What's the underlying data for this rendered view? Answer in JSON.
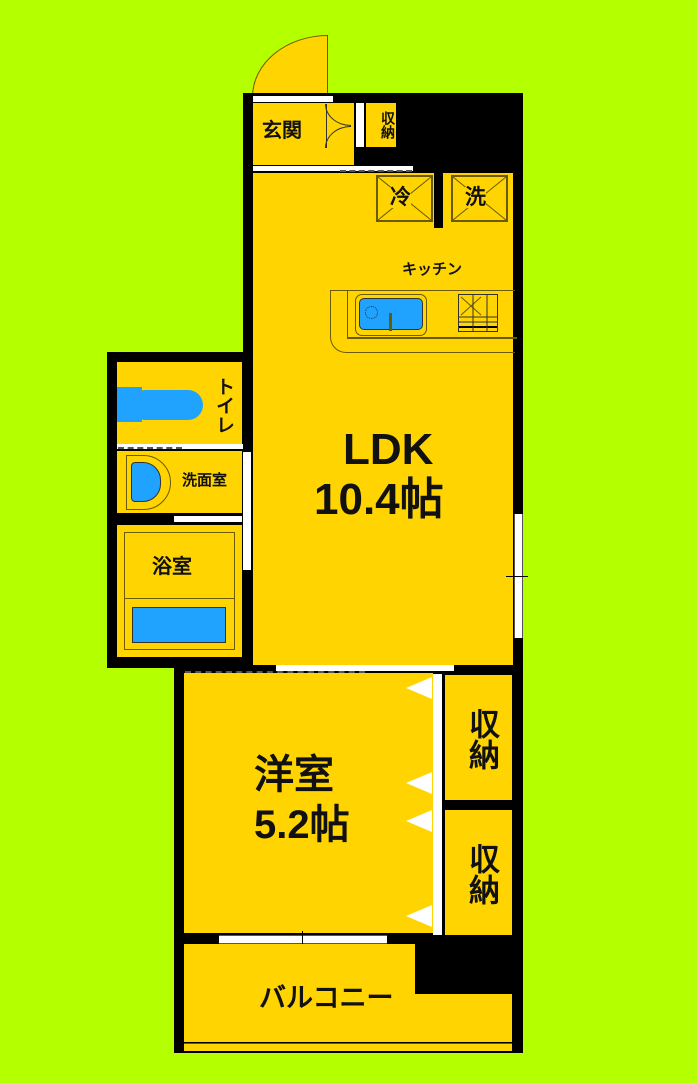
{
  "floorplan": {
    "title": "1LDK floor plan",
    "colors": {
      "background": "#b4ff00",
      "room_fill": "#ffd400",
      "wall": "#000000",
      "fixture_blue": "#1fa3ff"
    },
    "rooms": {
      "genkan": {
        "label": "玄関"
      },
      "genkan_storage": {
        "label": "収納"
      },
      "fridge": {
        "label": "冷"
      },
      "washer": {
        "label": "洗"
      },
      "kitchen": {
        "label": "キッチン"
      },
      "ldk": {
        "label": "LDK",
        "size": "10.4帖"
      },
      "toilet": {
        "label": "トイレ"
      },
      "washroom": {
        "label": "洗面室"
      },
      "bathroom": {
        "label": "浴室"
      },
      "western_room": {
        "label": "洋室",
        "size": "5.2帖"
      },
      "closet_1": {
        "label": "収納"
      },
      "closet_2": {
        "label": "収納"
      },
      "balcony": {
        "label": "バルコニー"
      }
    }
  }
}
